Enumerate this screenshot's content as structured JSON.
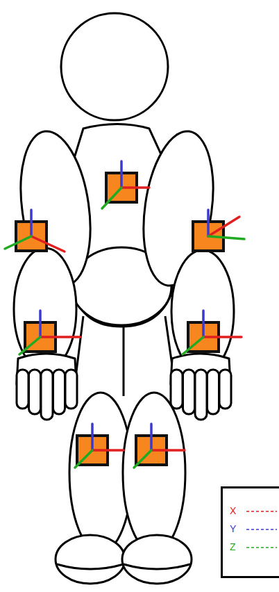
{
  "diagram": {
    "legend": [
      {
        "text": "X"
      },
      {
        "text": "Y"
      },
      {
        "text": "Z"
      }
    ]
  }
}
